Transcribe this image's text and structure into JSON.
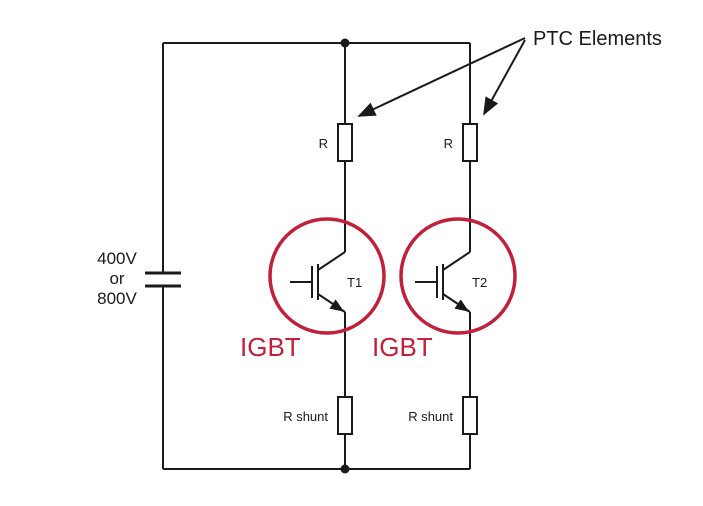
{
  "supply": {
    "voltage_line1": "400V",
    "voltage_line2": "or",
    "voltage_line3": "800V"
  },
  "annotation": {
    "ptc_label": "PTC Elements"
  },
  "branches": [
    {
      "resistor_label": "R",
      "transistor_label": "T1",
      "device_label": "IGBT",
      "shunt_label": "R shunt"
    },
    {
      "resistor_label": "R",
      "transistor_label": "T2",
      "device_label": "IGBT",
      "shunt_label": "R shunt"
    }
  ],
  "colors": {
    "wire": "#1a1a1a",
    "highlight": "#c21f3a"
  }
}
